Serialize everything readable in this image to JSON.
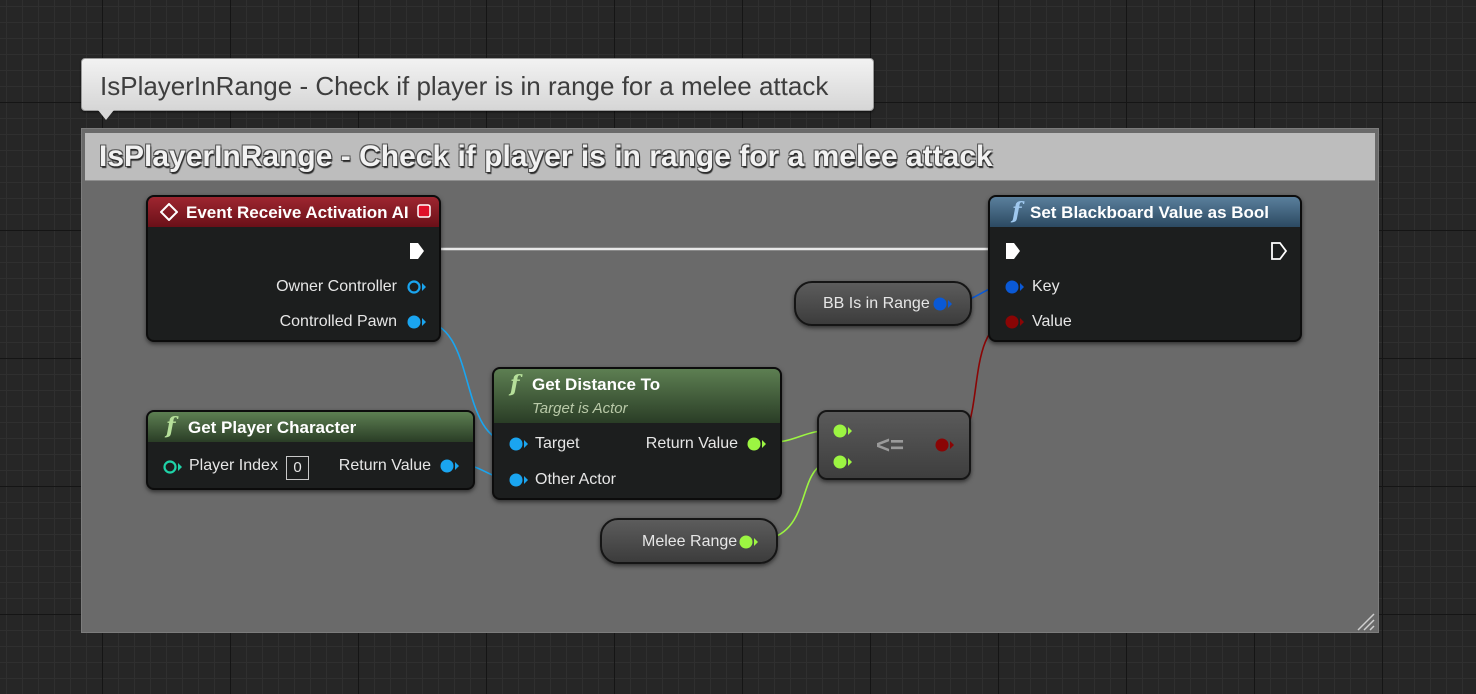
{
  "comment": {
    "bubble_text": "IsPlayerInRange - Check if player is in range for a melee attack",
    "title": "IsPlayerInRange - Check if player is in range for a melee attack",
    "body_color": "#6a6a6a",
    "header_color": "#bdbdbd"
  },
  "event_node": {
    "title": "Event Receive Activation AI",
    "header_color": "#8a1c24",
    "icon": "event-diamond-icon",
    "pins": {
      "owner_controller": "Owner Controller",
      "controlled_pawn": "Controlled Pawn"
    }
  },
  "set_bb_node": {
    "title": "Set Blackboard Value as Bool",
    "header_color": "#3d5f7c",
    "icon": "function-icon",
    "pins": {
      "key": "Key",
      "value": "Value"
    }
  },
  "bb_var": {
    "label": "BB Is in Range"
  },
  "get_distance_node": {
    "title": "Get Distance To",
    "subtitle": "Target is Actor",
    "header_color": "#4a6a42",
    "icon": "function-icon",
    "pins": {
      "target": "Target",
      "other_actor": "Other Actor",
      "return_value": "Return Value"
    }
  },
  "get_player_node": {
    "title": "Get Player Character",
    "header_color": "#4a6a42",
    "icon": "function-icon",
    "pins": {
      "player_index": "Player Index",
      "player_index_value": "0",
      "return_value": "Return Value"
    }
  },
  "compare_node": {
    "operator": "<="
  },
  "melee_var": {
    "label": "Melee Range"
  },
  "colors": {
    "exec_wire": "#e8e8e8",
    "object_pin": "#1aa5f0",
    "float_pin": "#9cf542",
    "bool_pin": "#8a0505",
    "struct_pin": "#0a59d6",
    "int_pin": "#1fd3a8"
  }
}
